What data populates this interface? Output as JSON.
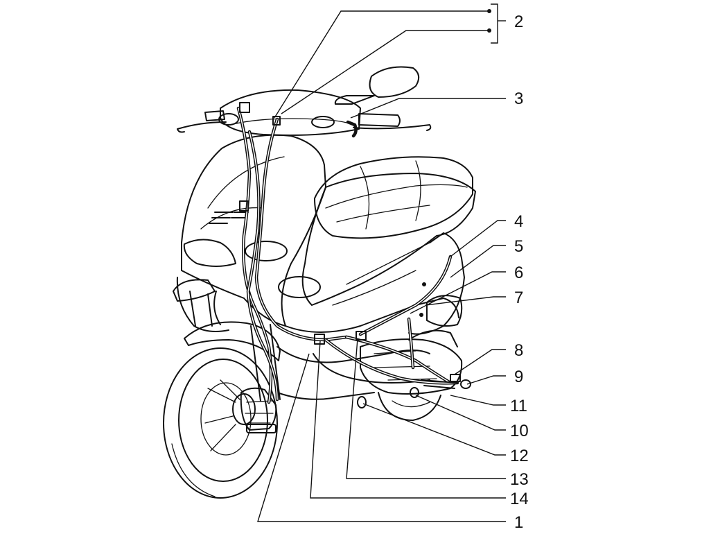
{
  "diagram": {
    "callouts": [
      {
        "id": "2",
        "label": "2"
      },
      {
        "id": "3",
        "label": "3"
      },
      {
        "id": "4",
        "label": "4"
      },
      {
        "id": "5",
        "label": "5"
      },
      {
        "id": "6",
        "label": "6"
      },
      {
        "id": "7",
        "label": "7"
      },
      {
        "id": "8",
        "label": "8"
      },
      {
        "id": "9",
        "label": "9"
      },
      {
        "id": "11",
        "label": "11"
      },
      {
        "id": "10",
        "label": "10"
      },
      {
        "id": "12",
        "label": "12"
      },
      {
        "id": "13",
        "label": "13"
      },
      {
        "id": "14",
        "label": "14"
      },
      {
        "id": "1",
        "label": "1"
      }
    ]
  }
}
